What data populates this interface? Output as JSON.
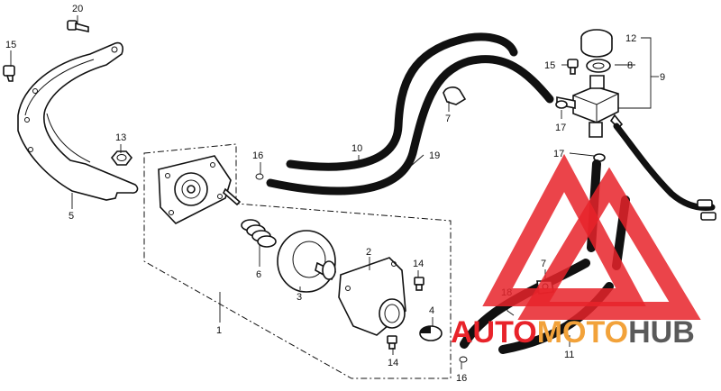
{
  "callouts": {
    "c1": "1",
    "c2": "2",
    "c3": "3",
    "c4": "4",
    "c5": "5",
    "c6": "6",
    "c7a": "7",
    "c7b": "7",
    "c8": "8",
    "c9": "9",
    "c10": "10",
    "c11": "11",
    "c12": "12",
    "c13": "13",
    "c14a": "14",
    "c14b": "14",
    "c15a": "15",
    "c15b": "15",
    "c16a": "16",
    "c16b": "16",
    "c17a": "17",
    "c17b": "17",
    "c18": "18",
    "c19": "19",
    "c20": "20"
  },
  "watermark": {
    "part1": "AUTO",
    "part2": "MOTO",
    "part3": "HUB",
    "colors": {
      "red": "#e8232a",
      "orange": "#f2a23a",
      "dark": "#5a5a5a"
    }
  }
}
